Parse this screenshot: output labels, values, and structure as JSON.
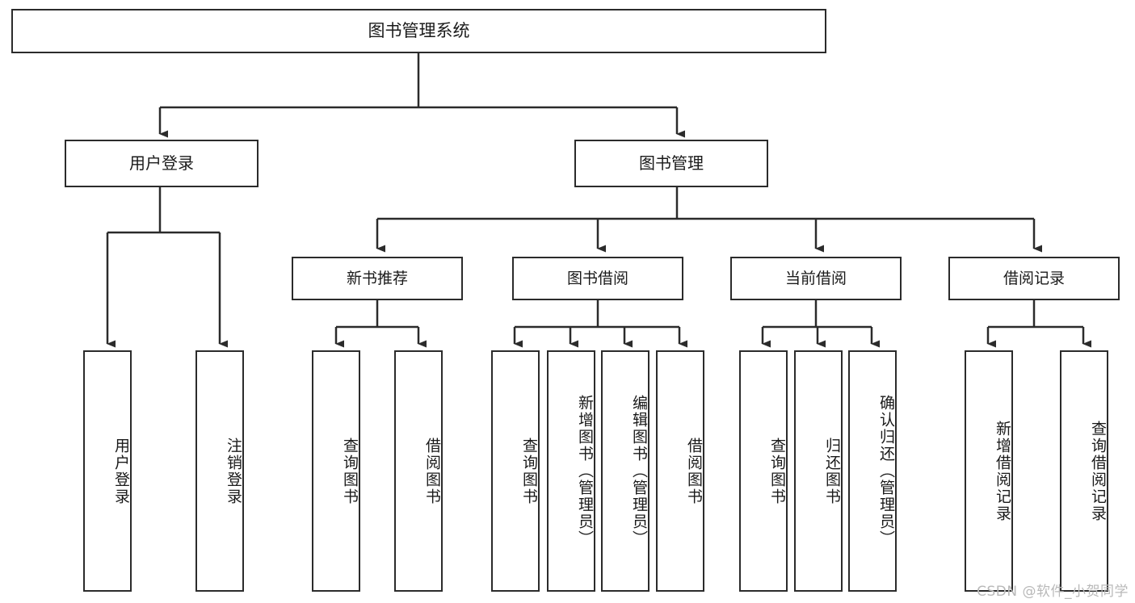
{
  "diagram": {
    "title": "图书管理系统",
    "type": "tree-hierarchy",
    "watermark": "CSDN @软件_小贺同学",
    "colors": {
      "background": "#ffffff",
      "box_border": "#2b2b2b",
      "box_fill": "#ffffff",
      "text": "#1a1a1a",
      "edge": "#2b2b2b",
      "watermark": "#b9b9b9"
    },
    "root": {
      "label": "图书管理系统"
    },
    "level2": [
      {
        "label": "用户登录"
      },
      {
        "label": "图书管理"
      }
    ],
    "level3": [
      {
        "label": "新书推荐"
      },
      {
        "label": "图书借阅"
      },
      {
        "label": "当前借阅"
      },
      {
        "label": "借阅记录"
      }
    ],
    "leaves": {
      "user_login": [
        {
          "label": "用户登录"
        },
        {
          "label": "注销登录"
        }
      ],
      "new_book_recommend": [
        {
          "label": "查询图书"
        },
        {
          "label": "借阅图书"
        }
      ],
      "book_borrow": [
        {
          "label": "查询图书"
        },
        {
          "label": "新增图书（管理员）"
        },
        {
          "label": "编辑图书（管理员）"
        },
        {
          "label": "借阅图书"
        }
      ],
      "current_borrow": [
        {
          "label": "查询图书"
        },
        {
          "label": "归还图书"
        },
        {
          "label": "确认归还（管理员）"
        }
      ],
      "borrow_record": [
        {
          "label": "新增借阅记录"
        },
        {
          "label": "查询借阅记录"
        }
      ]
    }
  }
}
